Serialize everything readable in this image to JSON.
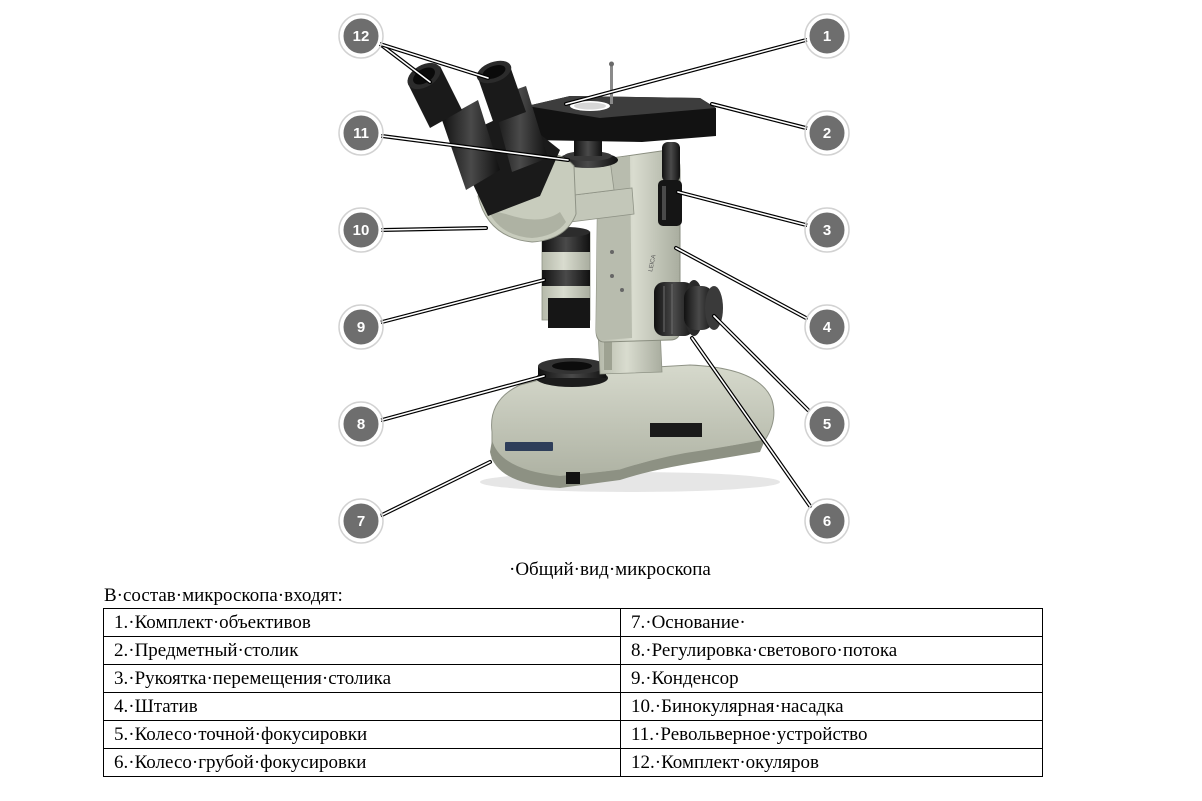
{
  "figure": {
    "caption": "·Общий·вид·микроскопа",
    "callouts": [
      "1",
      "2",
      "3",
      "4",
      "5",
      "6",
      "7",
      "8",
      "9",
      "10",
      "11",
      "12"
    ],
    "colors": {
      "body": "#c9cdbf",
      "body_shadow": "#a8ad9e",
      "black": "#1b1b1b",
      "callout_fill": "#6e6e6e"
    }
  },
  "intro": "В·состав·микроскопа·входят:",
  "table": {
    "rows": [
      [
        "1.·Комплект·объективов",
        "7.·Основание·"
      ],
      [
        "2.·Предметный·столик",
        "8.·Регулировка·светового·потока"
      ],
      [
        "3.·Рукоятка·перемещения·столика",
        "9.·Конденсор"
      ],
      [
        "4.·Штатив",
        "10.·Бинокулярная·насадка"
      ],
      [
        "5.·Колесо·точной·фокусировки",
        "11.·Револьверное·устройство"
      ],
      [
        "6.·Колесо·грубой·фокусировки",
        "12.·Комплект·окуляров"
      ]
    ]
  }
}
